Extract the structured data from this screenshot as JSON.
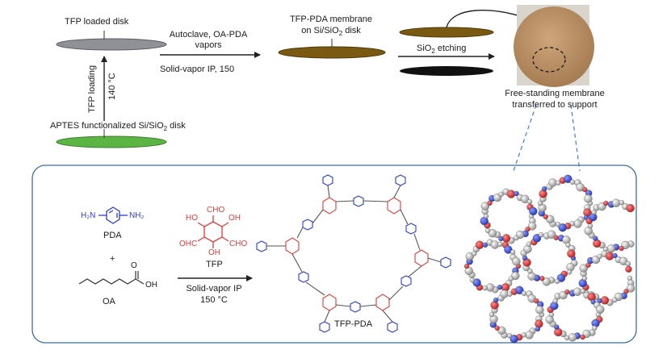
{
  "top": {
    "tfp_disk_label": "TFP loaded disk",
    "aptes_disk_label_pre": "APTES functionalized Si/SiO",
    "aptes_disk_label_sub": "2",
    "aptes_disk_label_post": " disk",
    "tfp_loading": "TFP loading",
    "loading_temp": "140 °C",
    "autoclave_line1": "Autoclave, OA-PDA",
    "autoclave_line2": "vapors",
    "solid_vapor_ip": "Solid-vapor IP, 150",
    "membrane_line1": "TFP-PDA membrane",
    "membrane_line2_pre": "on Si/SiO",
    "membrane_line2_sub": "2",
    "membrane_line2_post": " disk",
    "etching_pre": "SiO",
    "etching_sub": "2",
    "etching_post": " etching",
    "freestanding_line1": "Free-standing membrane",
    "freestanding_line2": "transferred to support"
  },
  "bottom": {
    "pda_label": "PDA",
    "plus": "+",
    "oa_label": "OA",
    "tfp_label": "TFP",
    "ip_line1": "Solid-vapor IP",
    "ip_line2": "150 °C",
    "product_label": "TFP-PDA",
    "nh2": "NH₂",
    "h2n": "H₂N",
    "oh": "OH",
    "cho": "CHO",
    "ohc": "OHC",
    "ho": "HO",
    "o_atom": "O"
  },
  "colors": {
    "disk_grey": "#8f9197",
    "disk_green": "#5cb445",
    "membrane_brown": "#7a5a12",
    "disk_black": "#111111",
    "photo_bg": "#d9d4cc",
    "photo_membrane": "#c19a72",
    "pda_blue": "#2b3ed6",
    "tfp_red": "#e23a3a",
    "panel_border": "#3a6e9e",
    "dashed_blue": "#3a7bd5"
  }
}
